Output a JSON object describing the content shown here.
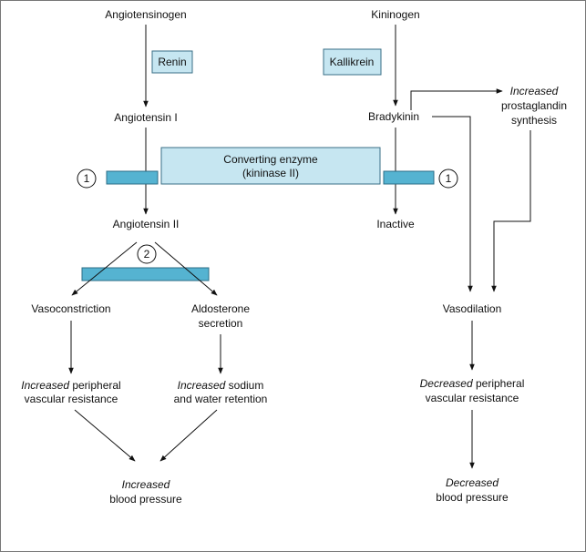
{
  "nodes": {
    "angiotensinogen": "Angiotensinogen",
    "renin": "Renin",
    "angiotensin_i": "Angiotensin I",
    "angiotensin_ii": "Angiotensin II",
    "vasoconstriction": "Vasoconstriction",
    "aldosterone_1": "Aldosterone",
    "aldosterone_2": "secretion",
    "increased_italic": "Increased",
    "peripheral_left_1_rest": " peripheral",
    "peripheral_left_2": "vascular resistance",
    "sodium_1_rest": " sodium",
    "sodium_2": "and water retention",
    "bp_left_2": "blood pressure",
    "kininogen": "Kininogen",
    "kallikrein": "Kallikrein",
    "bradykinin": "Bradykinin",
    "inactive": "Inactive",
    "prostaglandin_2": "prostaglandin",
    "prostaglandin_3": "synthesis",
    "vasodilation": "Vasodilation",
    "decreased_italic": "Decreased",
    "peripheral_right_1_rest": " peripheral",
    "peripheral_right_2": "vascular resistance",
    "bp_right_2": "blood pressure",
    "converting_1": "Converting enzyme",
    "converting_2": "(kininase II)",
    "marker_1": "1",
    "marker_2": "2"
  },
  "colors": {
    "box_fill": "#c6e6f1",
    "box_stroke": "#3a6f86",
    "bar_fill": "#55b3d1",
    "bar_stroke": "#2c6e86",
    "line": "#111111",
    "frame": "#777777"
  }
}
